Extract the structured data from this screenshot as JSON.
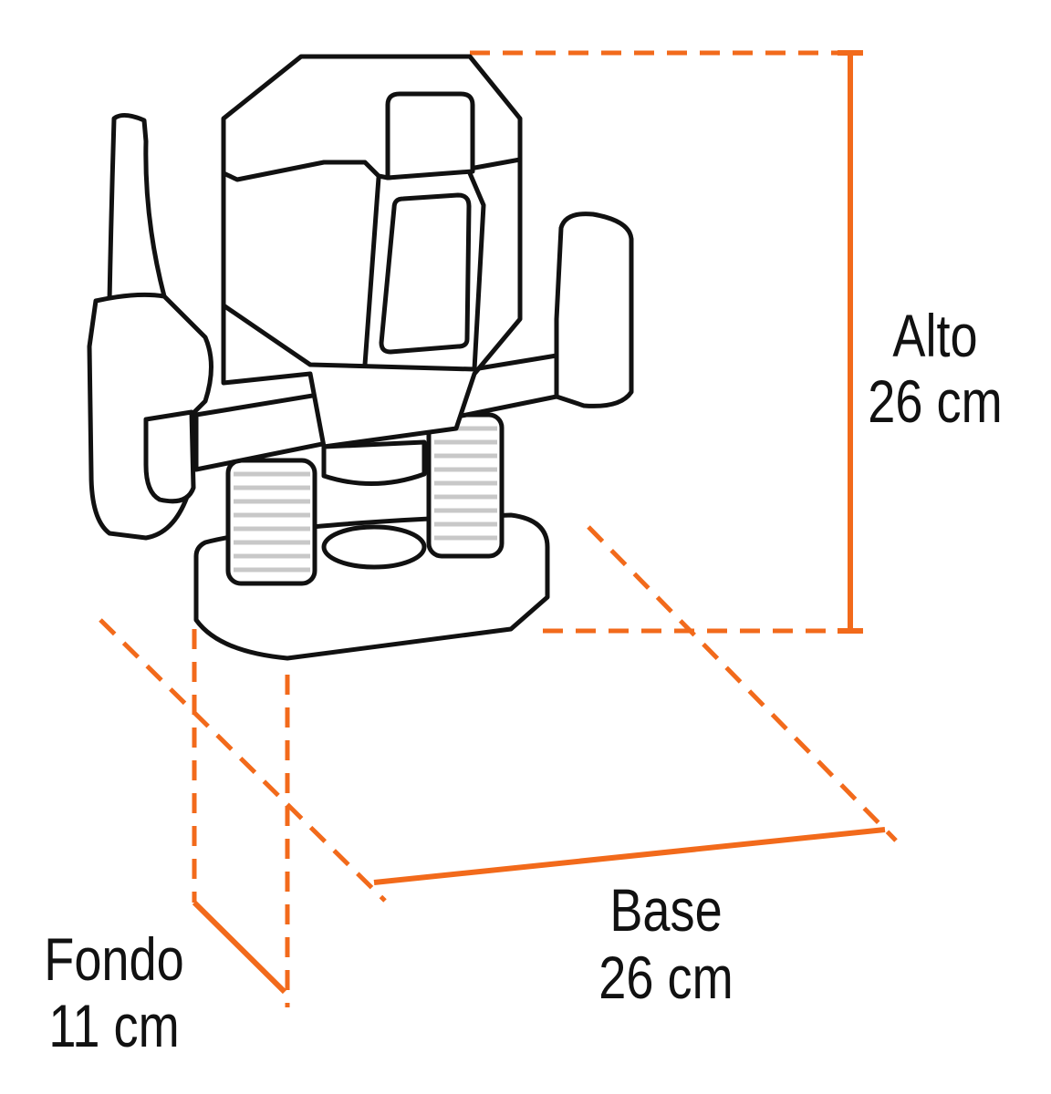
{
  "colors": {
    "dimension_line": "#F26A1B",
    "outline": "#111111"
  },
  "dimensions": {
    "height": {
      "name": "Alto",
      "value": "26 cm"
    },
    "width": {
      "name": "Base",
      "value": "26 cm"
    },
    "depth": {
      "name": "Fondo",
      "value": "11 cm"
    }
  }
}
